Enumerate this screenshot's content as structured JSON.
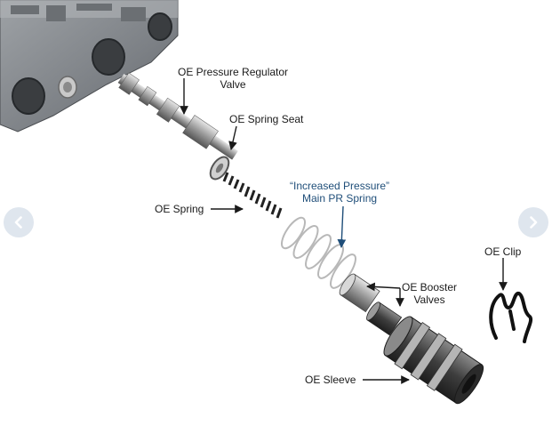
{
  "viewer": {
    "prev_icon": "chevron-left-icon",
    "next_icon": "chevron-right-icon",
    "nav_button_color": "#dfe6ee",
    "nav_icon_color": "#ffffff"
  },
  "labels": {
    "pressure_regulator_line1": "OE Pressure Regulator",
    "pressure_regulator_line2": "Valve",
    "spring_seat": "OE Spring Seat",
    "spring": "OE Spring",
    "increased_line1": "“Increased Pressure”",
    "increased_line2": "Main PR Spring",
    "booster_line1": "OE Booster",
    "booster_line2": "Valves",
    "clip": "OE Clip",
    "sleeve": "OE Sleeve"
  },
  "colors": {
    "callout_text": "#1a1a1a",
    "highlight_text": "#1f4e79",
    "highlight_arrow": "#1f4e79"
  }
}
